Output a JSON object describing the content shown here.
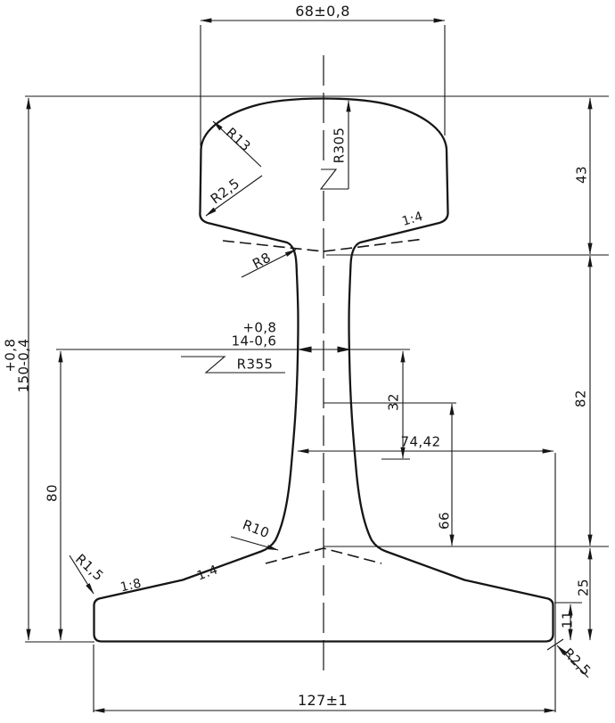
{
  "drawing": {
    "kind": "technical-drawing",
    "subject": "rail-profile-cross-section",
    "colors": {
      "line": "#161616",
      "background": "#ffffff"
    },
    "labels": {
      "dim_head_width": "68±0,8",
      "dim_height_tol": "+0,8",
      "dim_height_main": "150-0,4",
      "dim_80": "80",
      "dim_web_tol": "+0,8",
      "dim_web_main": "14-0,6",
      "radius_web_side": "R355",
      "radius_crown": "R305",
      "radius_head_corner": "R13",
      "radius_head_lower": "R2,5",
      "radius_head_web": "R8",
      "slope_head_underside": "1:4",
      "dim_43": "43",
      "dim_82": "82",
      "dim_32": "32",
      "dim_74_42": "74,42",
      "dim_66": "66",
      "radius_web_foot": "R10",
      "radius_foot_edge_top": "R1,5",
      "slope_foot_outer": "1:8",
      "slope_foot_inner": "1:4",
      "dim_25": "25",
      "dim_11": "11",
      "radius_foot_corner": "R2,5",
      "dim_foot_width": "127±1"
    }
  }
}
